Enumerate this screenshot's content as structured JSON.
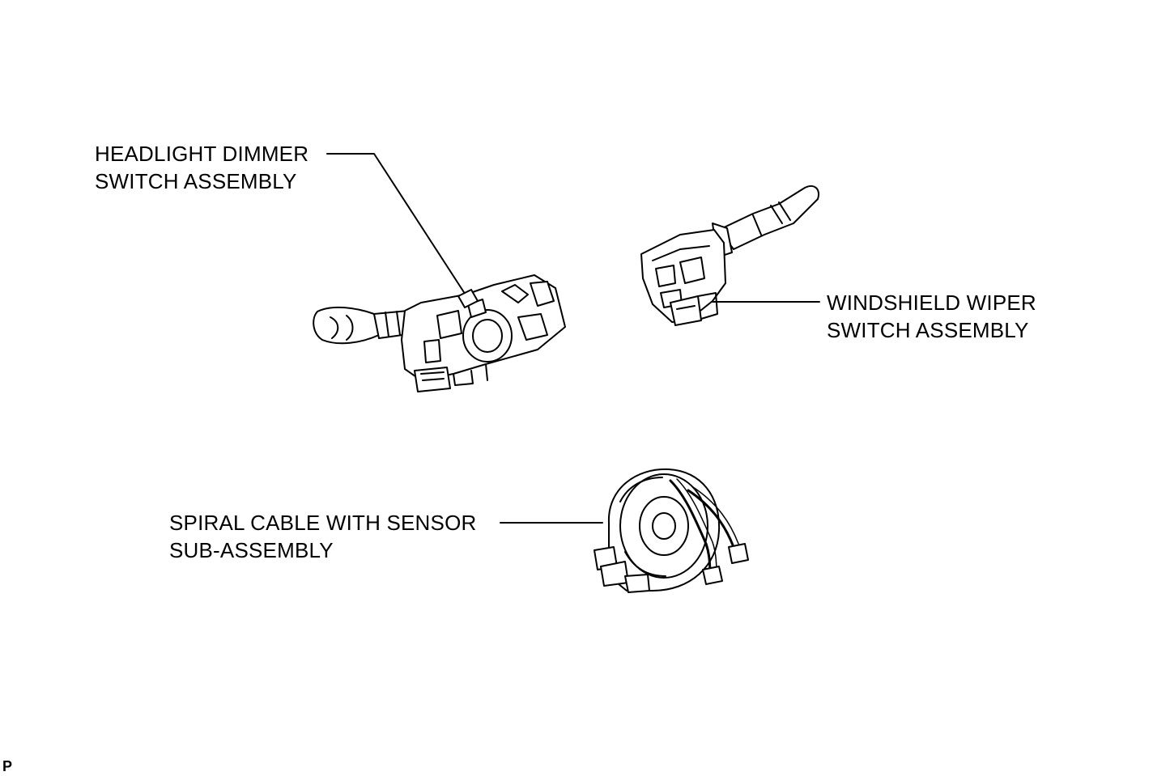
{
  "labels": {
    "headlight_dimmer": {
      "line1": "HEADLIGHT DIMMER",
      "line2": "SWITCH ASSEMBLY"
    },
    "windshield_wiper": {
      "line1": "WINDSHIELD WIPER",
      "line2": "SWITCH ASSEMBLY"
    },
    "spiral_cable": {
      "line1": "SPIRAL CABLE WITH SENSOR",
      "line2": "SUB-ASSEMBLY"
    }
  },
  "corner_code": "P",
  "colors": {
    "ink": "#000000",
    "background": "#ffffff"
  }
}
